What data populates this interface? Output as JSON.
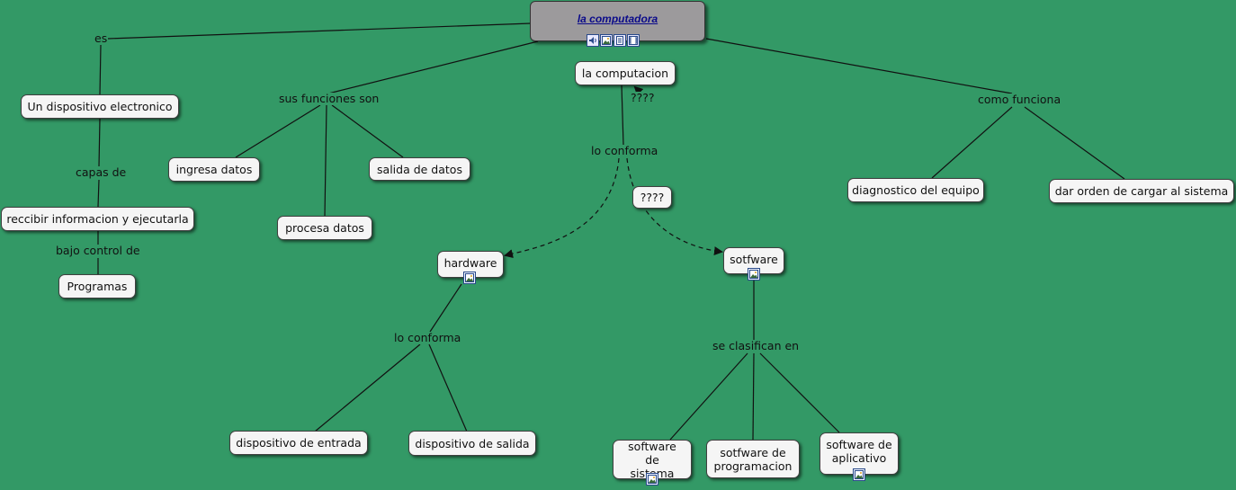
{
  "map": {
    "root": "la computadora",
    "root_icons": [
      "sound-icon",
      "image-icon",
      "document-icon",
      "video-icon"
    ],
    "nodes": {
      "dispositivo": "Un dispositivo electronico",
      "recibir": "reccibir informacion y ejecutarla",
      "programas": "Programas",
      "ingresa": "ingresa datos",
      "procesa": "procesa datos",
      "salida": "salida de datos",
      "computacion": "la computacion",
      "q2": "????",
      "hardware": "hardware",
      "sotfware": "sotfware",
      "entrada_disp": "dispositivo de entrada",
      "salida_disp": "dispositivo de salida",
      "sw_sistema": "software de sistema",
      "sw_programacion": "sotfware de programacion",
      "sw_aplicativo": "software de aplicativo",
      "diagnostico": "diagnostico del equipo",
      "dar_orden": "dar orden de cargar al sistema"
    },
    "phrases": {
      "es": "es",
      "capas_de": "capas de",
      "bajo_control": "bajo control de",
      "sus_funciones": "sus funciones son",
      "q1": "????",
      "lo_conforma_1": "lo conforma",
      "lo_conforma_2": "lo conforma",
      "se_clasifican": "se clasifican en",
      "como_funciona": "como funciona"
    }
  },
  "colors": {
    "background": "#339966",
    "node_fill": "#f5f5f5",
    "root_fill": "#9c9a9c",
    "root_text": "#0a0a8a"
  }
}
